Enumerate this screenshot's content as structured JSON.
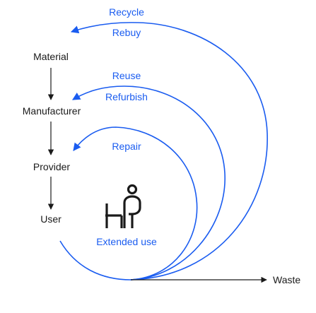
{
  "diagram": {
    "chain": {
      "material": "Material",
      "manufacturer": "Manufacturer",
      "provider": "Provider",
      "user": "User"
    },
    "loops": {
      "recycle": "Recycle",
      "rebuy": "Rebuy",
      "reuse": "Reuse",
      "refurbish": "Refurbish",
      "repair": "Repair",
      "extended_use": "Extended use"
    },
    "waste": "Waste",
    "icons": [
      "person-at-table-icon"
    ],
    "colors": {
      "accent": "#1a5cf0",
      "text": "#1a1a1a",
      "background": "#ffffff"
    }
  }
}
